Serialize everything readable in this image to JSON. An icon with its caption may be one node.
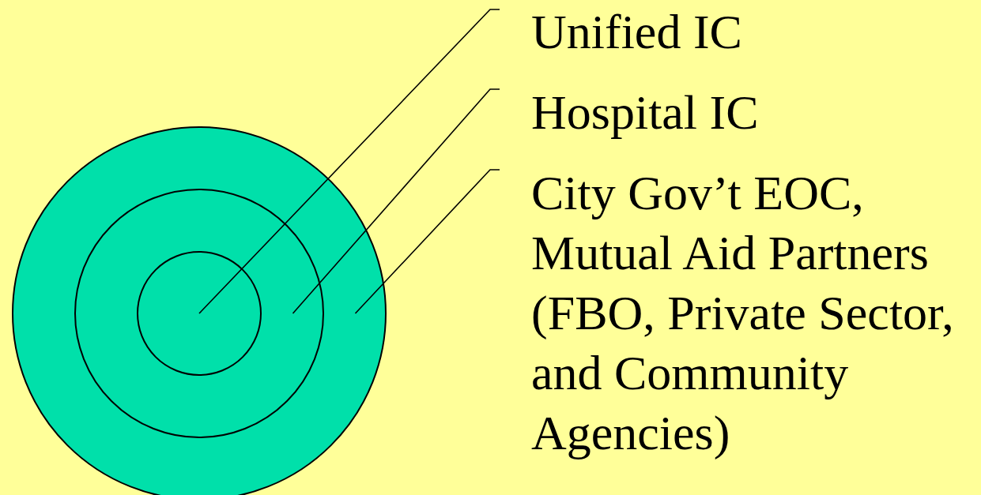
{
  "diagram": {
    "nodes": [
      {
        "text": [],
        "shape": "circle"
      },
      {
        "text": [],
        "shape": "circle",
        "in": 0
      },
      {
        "text": [],
        "shape": "circle",
        "in": 1
      },
      {
        "text": [
          "Unified IC"
        ]
      },
      {
        "text": [
          "Hospital IC"
        ]
      },
      {
        "text": [
          "City Gov’t EOC, Mutual Aid Partners (FBO, Private Sector, and Community Agencies)"
        ]
      }
    ],
    "edges": [
      {
        "from": 3,
        "to": 2,
        "arrow": "none"
      },
      {
        "from": 4,
        "to": 1,
        "arrow": "none"
      },
      {
        "from": 5,
        "to": 0,
        "arrow": "none"
      }
    ]
  }
}
